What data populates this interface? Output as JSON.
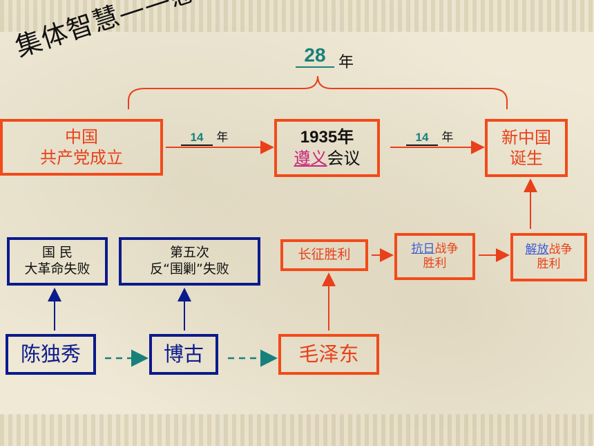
{
  "slide": {
    "title": "集体智慧——感悟历史",
    "span": {
      "value": "28",
      "unit": "年"
    }
  },
  "milestones": {
    "founding": {
      "line1": "中国",
      "line2": "共产党成立"
    },
    "zunyi": {
      "line1": "1935年",
      "place": "遵义",
      "suffix": "会议"
    },
    "prc": {
      "line1": "新中国",
      "line2": "诞生"
    }
  },
  "intervals": [
    {
      "value": "14",
      "unit": "年"
    },
    {
      "value": "14",
      "unit": "年"
    }
  ],
  "events": {
    "revolution_failure": {
      "line1": "国    民",
      "line2": "大革命失败"
    },
    "encirclement_failure": {
      "line1": "第五次",
      "line2": "反“围剿”失败"
    },
    "long_march": {
      "text": "长征胜利"
    },
    "anti_japanese": {
      "highlight": "抗日",
      "rest": "战争",
      "line2": "胜利"
    },
    "liberation": {
      "highlight": "解放",
      "rest": "战争",
      "line2": "胜利"
    }
  },
  "leaders": {
    "chen": "陈独秀",
    "bo": "博古",
    "mao": "毛泽东"
  },
  "colors": {
    "red": "#f24a1a",
    "navy": "#0b1a8c",
    "teal": "#17807a",
    "magenta": "#c9227a",
    "link_blue": "#3c5bd6"
  }
}
